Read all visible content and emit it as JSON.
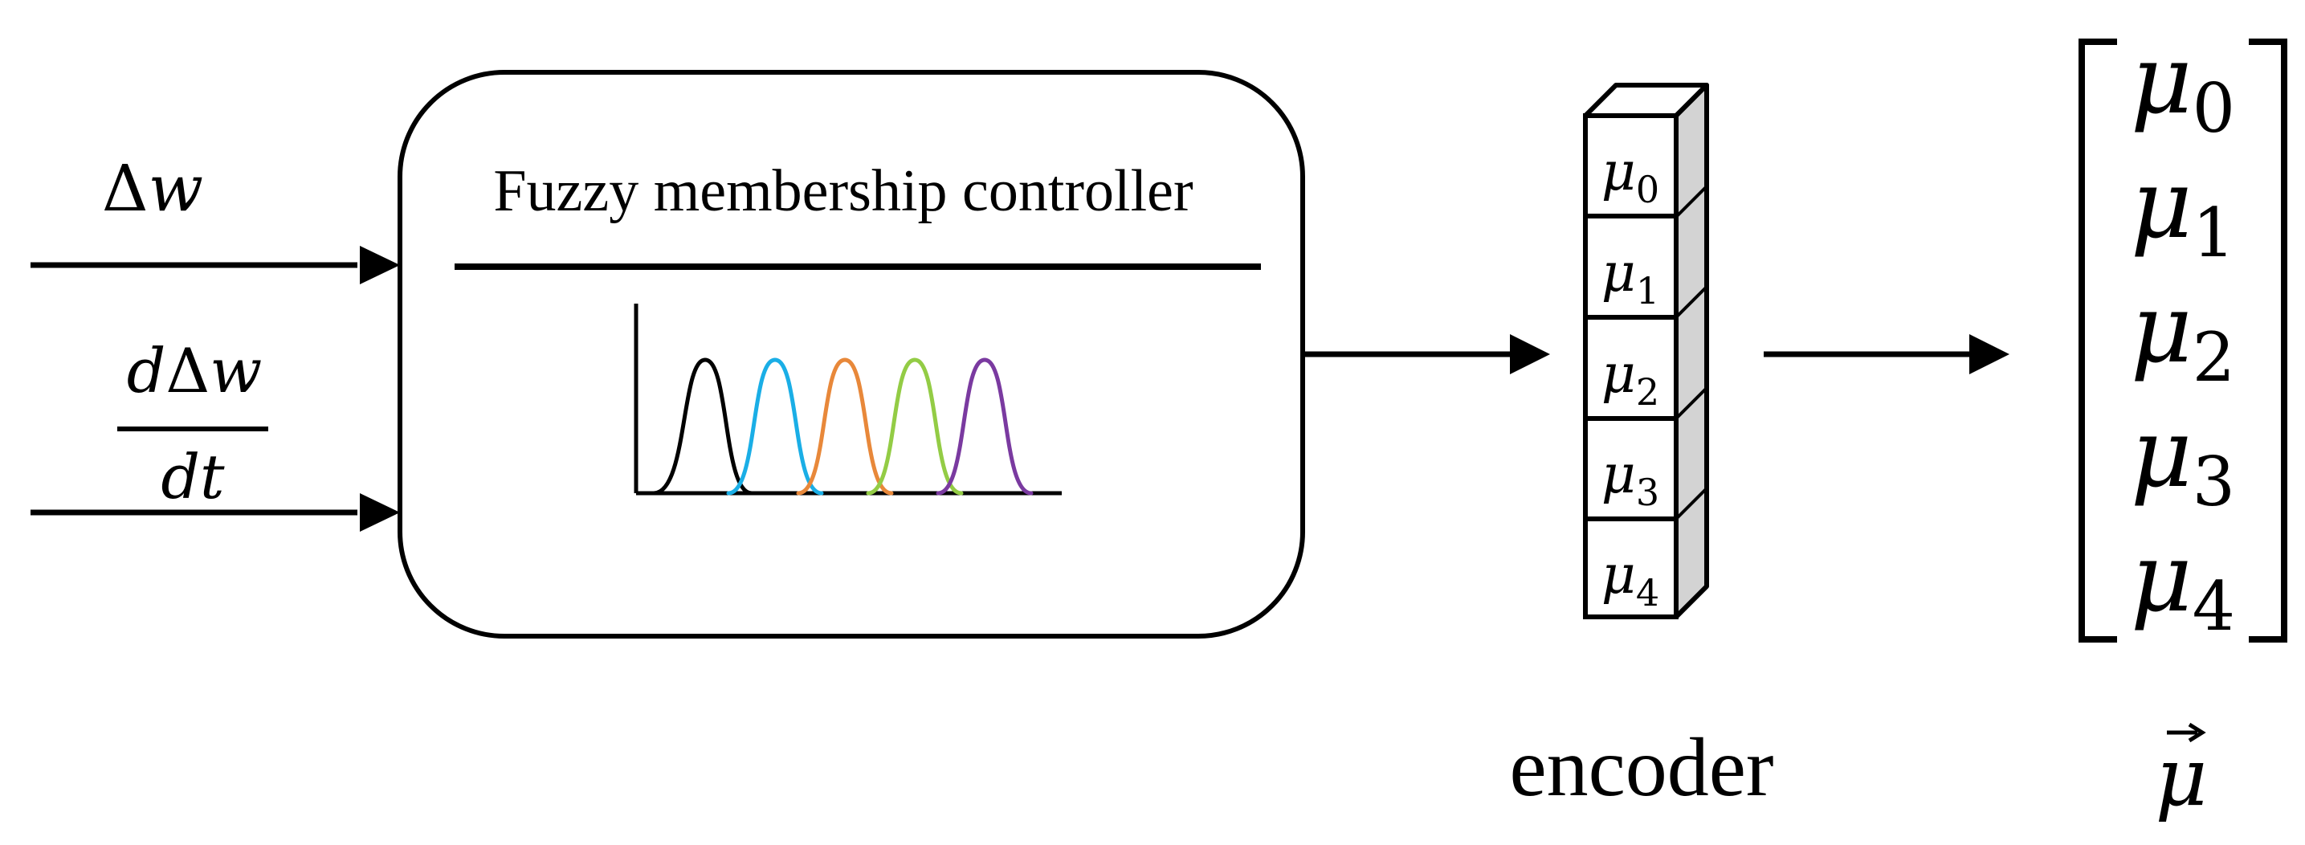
{
  "inputs": {
    "delta_w": {
      "delta": "Δ",
      "var": "w"
    },
    "d_delta_w_dt": {
      "numerator": {
        "d": "d",
        "delta": "Δ",
        "var": "w"
      },
      "denominator": "dt"
    }
  },
  "controller": {
    "title": "Fuzzy membership controller",
    "membership_colors": [
      "#000000",
      "#1aaee6",
      "#e8883a",
      "#93cc45",
      "#7a3aa0"
    ]
  },
  "encoder": {
    "label": "encoder",
    "cells": [
      {
        "symbol": "μ",
        "sub": "0"
      },
      {
        "symbol": "μ",
        "sub": "1"
      },
      {
        "symbol": "μ",
        "sub": "2"
      },
      {
        "symbol": "μ",
        "sub": "3"
      },
      {
        "symbol": "μ",
        "sub": "4"
      }
    ],
    "side_color": "#d3d3d3"
  },
  "output_vector": {
    "label": "μ",
    "entries": [
      {
        "symbol": "μ",
        "sub": "0"
      },
      {
        "symbol": "μ",
        "sub": "1"
      },
      {
        "symbol": "μ",
        "sub": "2"
      },
      {
        "symbol": "μ",
        "sub": "3"
      },
      {
        "symbol": "μ",
        "sub": "4"
      }
    ]
  }
}
